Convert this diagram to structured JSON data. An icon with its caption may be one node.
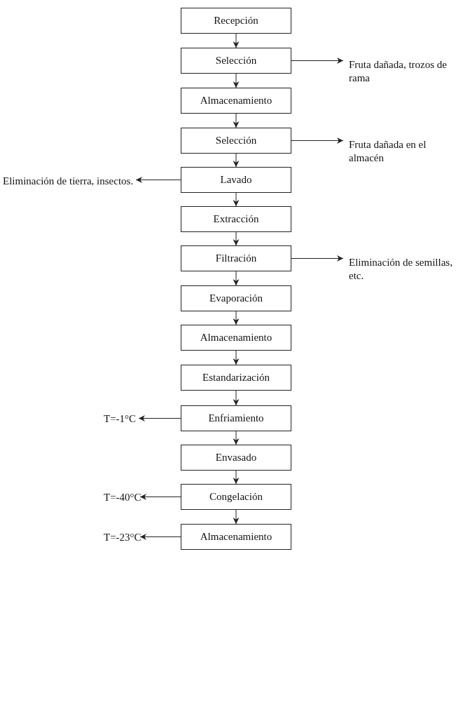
{
  "diagram": {
    "nodes": [
      {
        "text": [
          "Recepción"
        ]
      },
      {
        "text": [
          "Selección"
        ]
      },
      {
        "text": [
          "Fruta dañada, trozos de rama"
        ]
      },
      {
        "text": [
          "Almacenamiento"
        ]
      },
      {
        "text": [
          "Selección"
        ]
      },
      {
        "text": [
          "Fruta dañada en el almacén"
        ]
      },
      {
        "text": [
          "Eliminación de tierra, insectos."
        ]
      },
      {
        "text": [
          "Lavado"
        ]
      },
      {
        "text": [
          "Extracción"
        ]
      },
      {
        "text": [
          "Filtración"
        ]
      },
      {
        "text": [
          "Eliminación de semillas, etc."
        ]
      },
      {
        "text": [
          "Evaporación"
        ]
      },
      {
        "text": [
          "Almacenamiento"
        ]
      },
      {
        "text": [
          "Estandarización"
        ]
      },
      {
        "text": [
          "T=-1°C"
        ]
      },
      {
        "text": [
          "Enfriamiento"
        ]
      },
      {
        "text": [
          "Envasado"
        ]
      },
      {
        "text": [
          "T=-40°C"
        ]
      },
      {
        "text": [
          "Congelación"
        ]
      },
      {
        "text": [
          "T=-23°C"
        ]
      },
      {
        "text": [
          "Almacenamiento"
        ]
      }
    ],
    "edges": [
      {
        "from": 0,
        "to": 1,
        "arrow": "to"
      },
      {
        "from": 1,
        "to": 2,
        "arrow": "to"
      },
      {
        "from": 1,
        "to": 3,
        "arrow": "to"
      },
      {
        "from": 3,
        "to": 4,
        "arrow": "to"
      },
      {
        "from": 4,
        "to": 5,
        "arrow": "to"
      },
      {
        "from": 4,
        "to": 7,
        "arrow": "to"
      },
      {
        "from": 7,
        "to": 6,
        "arrow": "to"
      },
      {
        "from": 7,
        "to": 8,
        "arrow": "to"
      },
      {
        "from": 8,
        "to": 9,
        "arrow": "to"
      },
      {
        "from": 9,
        "to": 10,
        "arrow": "to"
      },
      {
        "from": 9,
        "to": 11,
        "arrow": "to"
      },
      {
        "from": 11,
        "to": 12,
        "arrow": "to"
      },
      {
        "from": 12,
        "to": 13,
        "arrow": "to"
      },
      {
        "from": 13,
        "to": 15,
        "arrow": "to"
      },
      {
        "from": 15,
        "to": 14,
        "arrow": "to"
      },
      {
        "from": 15,
        "to": 16,
        "arrow": "to"
      },
      {
        "from": 16,
        "to": 18,
        "arrow": "to"
      },
      {
        "from": 18,
        "to": 17,
        "arrow": "to"
      },
      {
        "from": 18,
        "to": 20,
        "arrow": "to"
      },
      {
        "from": 20,
        "to": 19,
        "arrow": "to"
      }
    ]
  }
}
